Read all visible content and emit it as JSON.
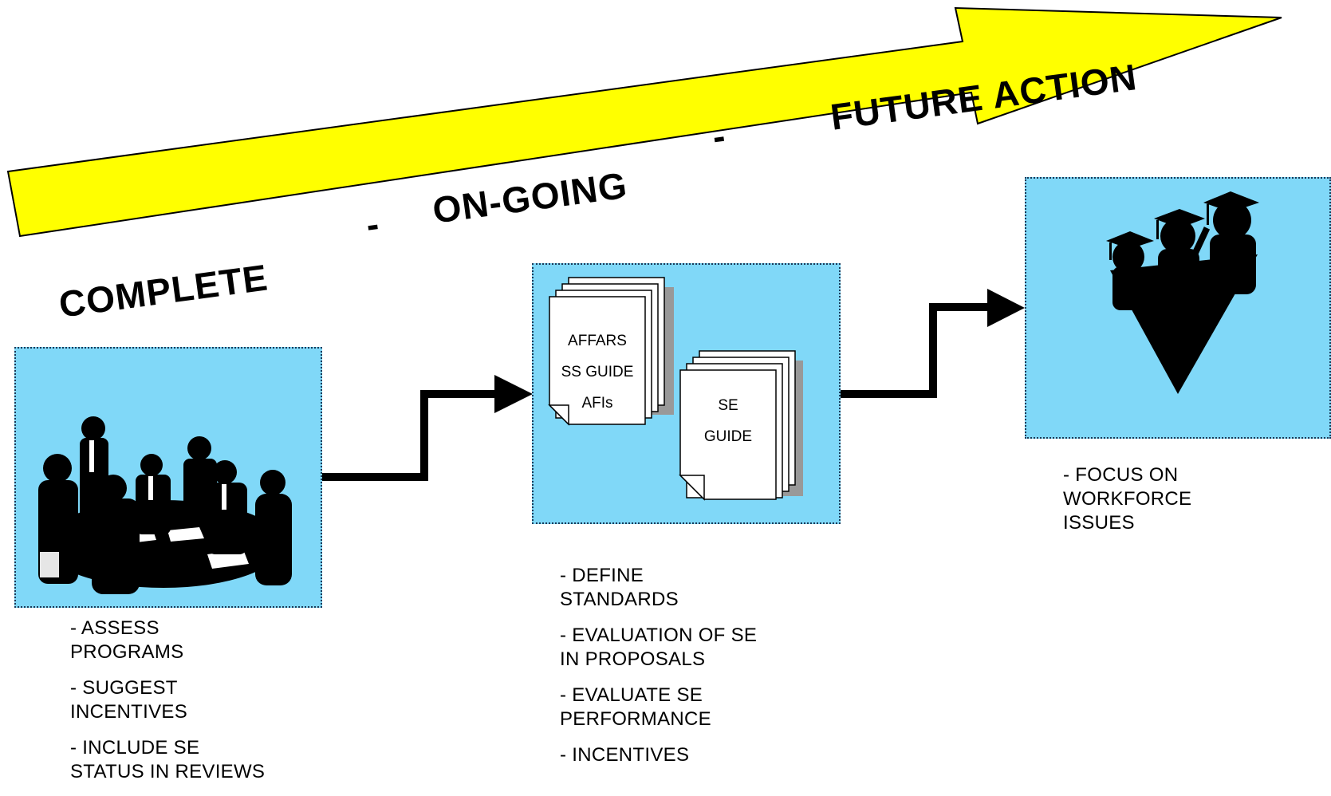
{
  "timeline": {
    "labels": [
      "COMPLETE",
      "-",
      "ON-GOING",
      "-",
      "FUTURE ACTION"
    ],
    "color": "#ffff00"
  },
  "stages": [
    {
      "name": "assess",
      "bullets": [
        [
          "- ASSESS",
          "PROGRAMS"
        ],
        [
          "- SUGGEST",
          "INCENTIVES"
        ],
        [
          "- INCLUDE SE",
          "STATUS IN REVIEWS"
        ]
      ]
    },
    {
      "name": "standards",
      "documents": {
        "stack1": [
          "AFFARS",
          "SS GUIDE",
          "AFIs"
        ],
        "stack2": [
          "SE",
          "GUIDE"
        ]
      },
      "bullets": [
        [
          "- DEFINE",
          "STANDARDS"
        ],
        [
          "- EVALUATION OF SE",
          "IN PROPOSALS"
        ],
        [
          "- EVALUATE SE",
          "PERFORMANCE"
        ],
        [
          "- INCENTIVES"
        ]
      ]
    },
    {
      "name": "workforce",
      "bullets": [
        [
          "- FOCUS ON",
          "WORKFORCE",
          "ISSUES"
        ]
      ]
    }
  ],
  "colors": {
    "panel": "#80d8f8",
    "arrow": "#ffff00",
    "connector": "#000000"
  },
  "icons": [
    "meeting-people-icon",
    "document-stack-icon",
    "graduates-icon"
  ]
}
